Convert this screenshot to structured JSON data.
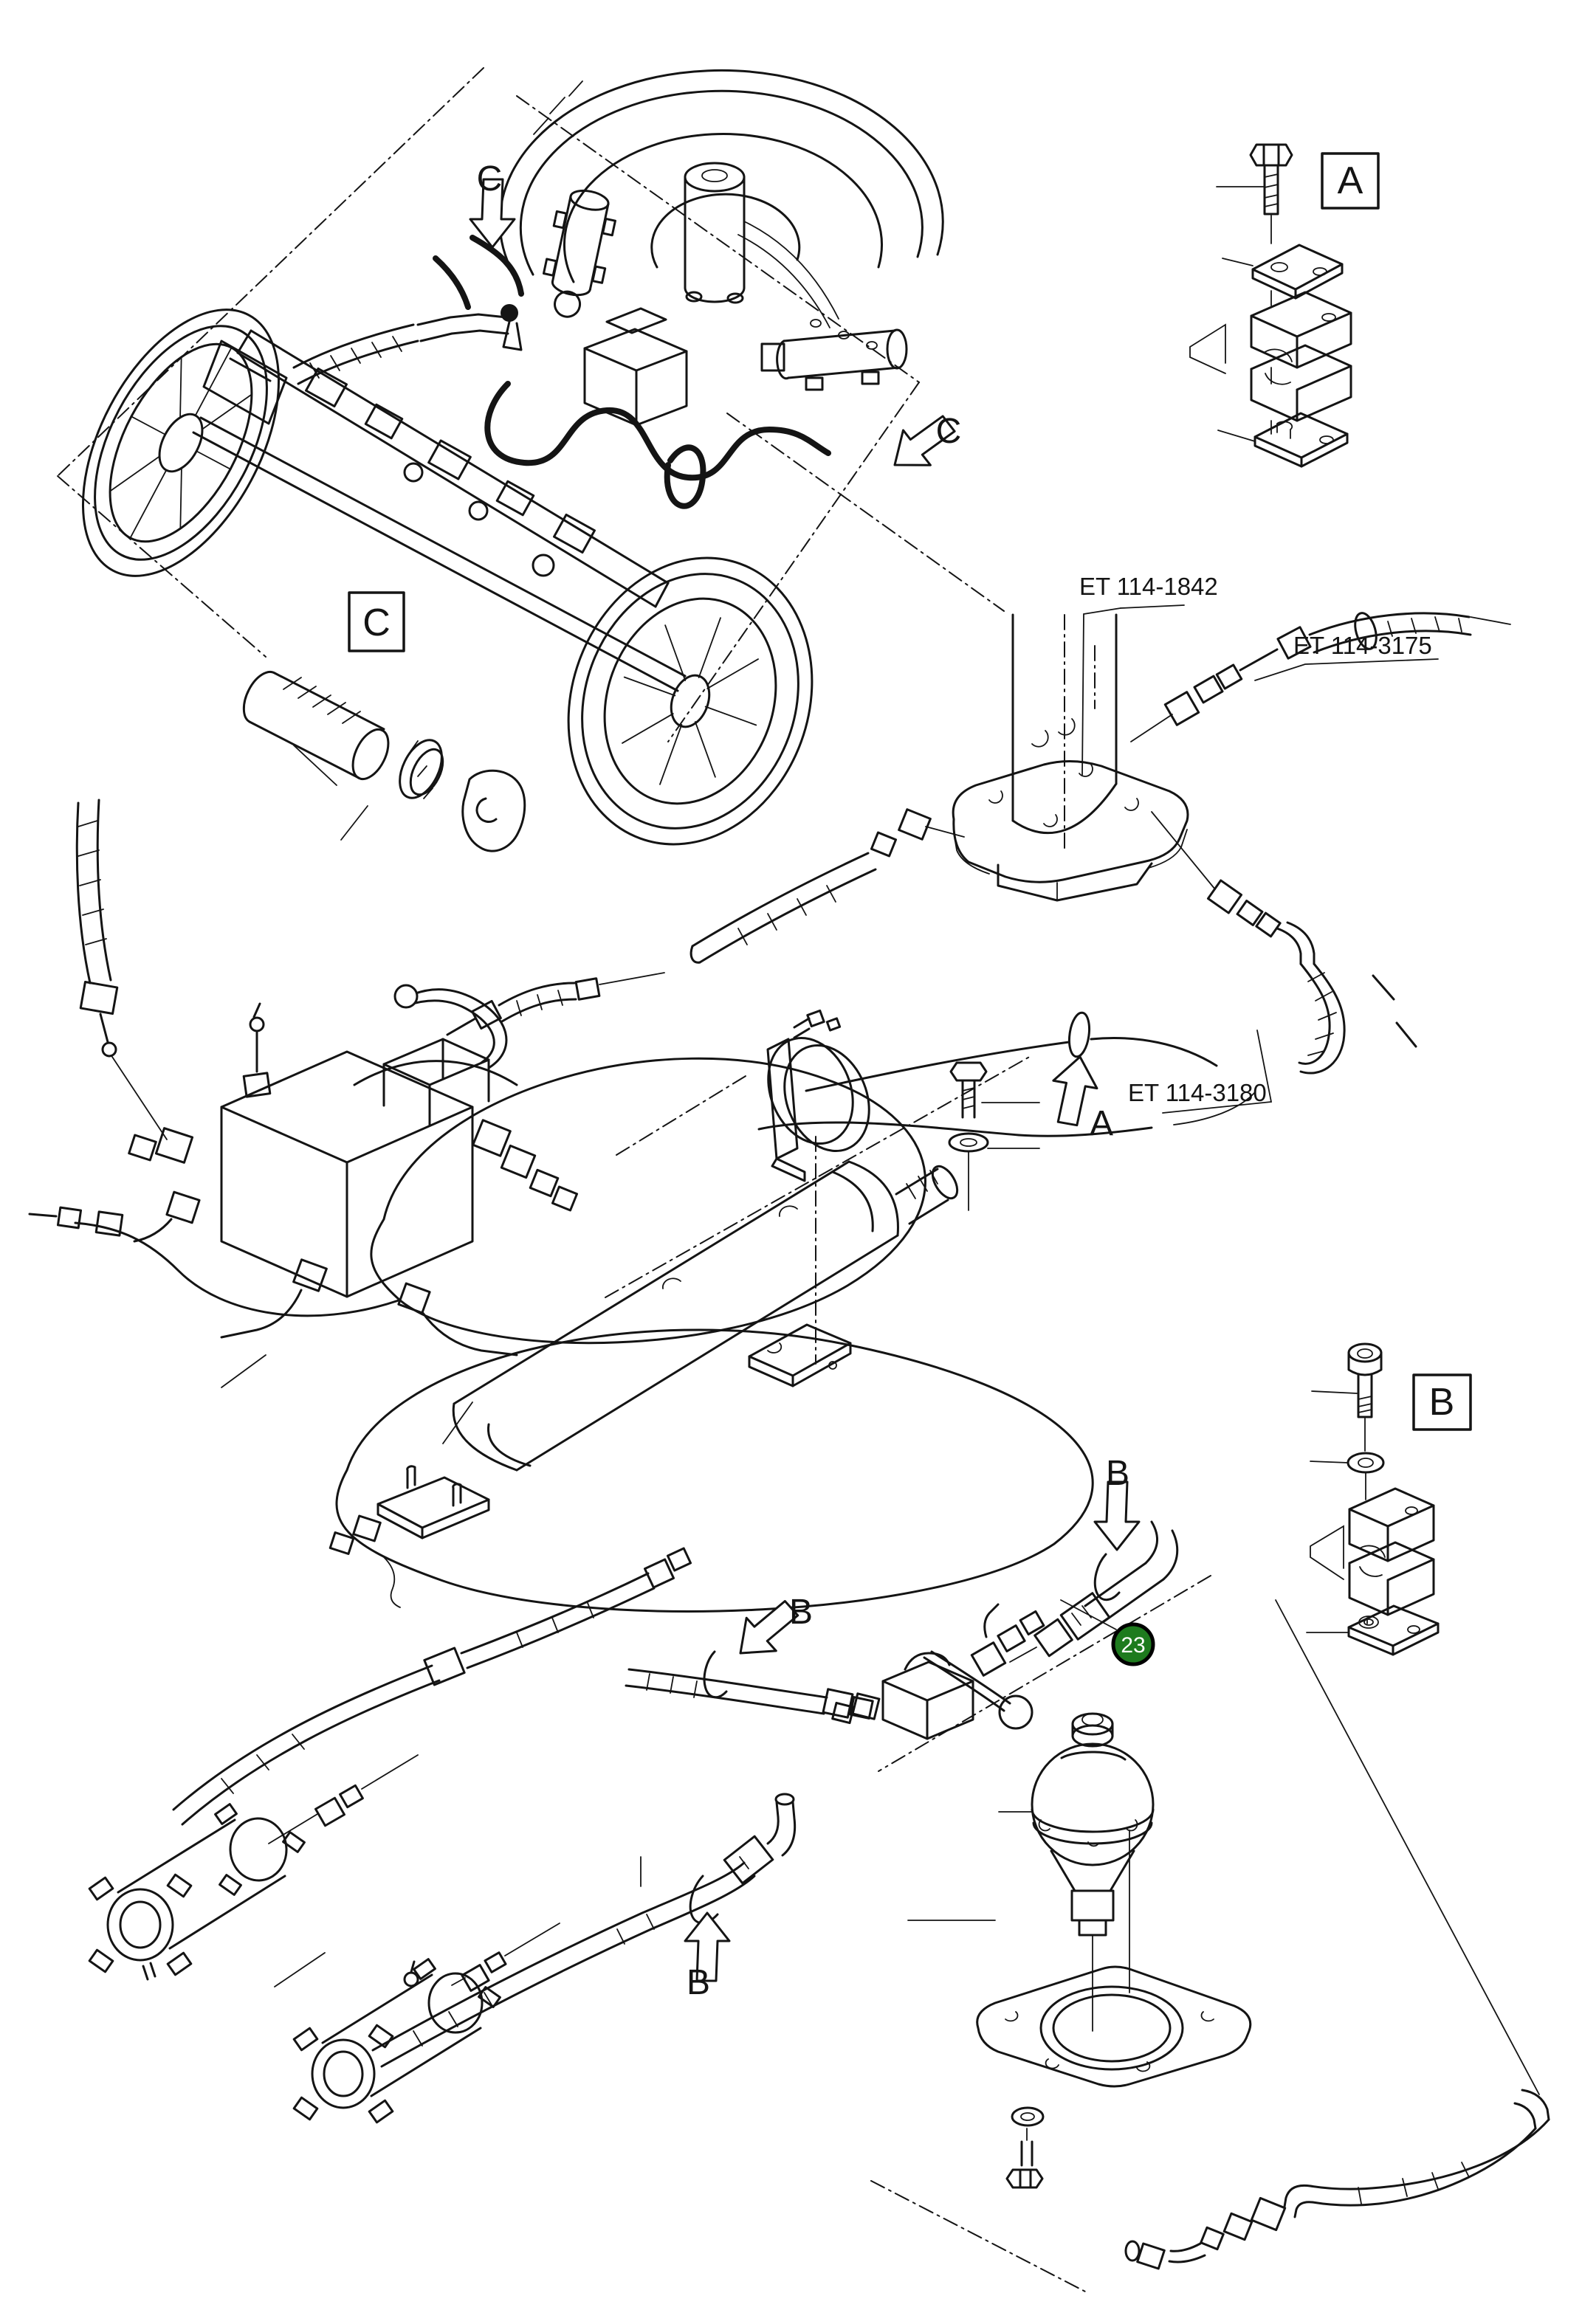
{
  "page": {
    "background": "#ffffff",
    "ink": "#141414"
  },
  "part_refs": {
    "ref_1842": "ET 114-1842",
    "ref_3175": "ET 114-3175",
    "ref_3180": "ET 114-3180"
  },
  "detail_boxes": {
    "a": "A",
    "b": "B",
    "c": "C"
  },
  "arrows": {
    "c_top": "C",
    "c_right": "C",
    "a_mid": "A",
    "b_right": "B",
    "b_left": "B",
    "b_bottom": "B"
  },
  "callout": {
    "number": "23",
    "fill": "#1e7b1e",
    "ring": "#000000",
    "text_color": "#ffffff"
  }
}
